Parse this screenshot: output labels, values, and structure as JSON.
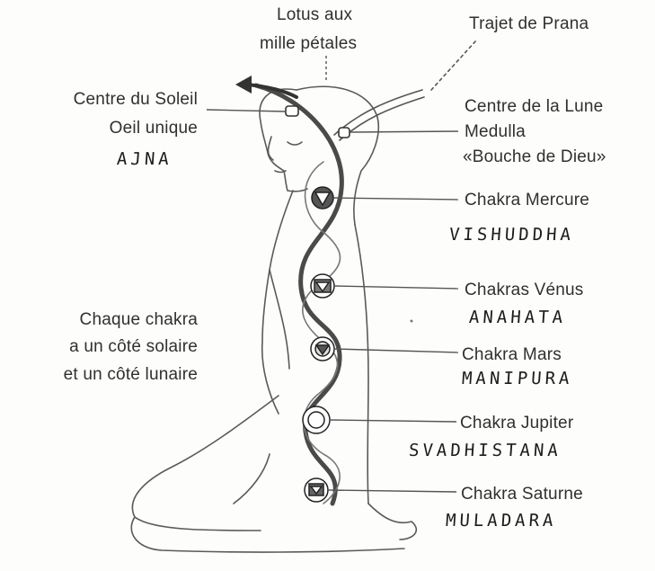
{
  "labels": {
    "lotus": [
      "Lotus aux",
      "mille pétales"
    ],
    "trajet_prana": "Trajet de Prana",
    "centre_soleil": "Centre du Soleil",
    "oeil_unique": "Oeil unique",
    "centre_lune": "Centre de la Lune",
    "medulla": "Medulla",
    "bouche_de_dieu": "«Bouche de Dieu»",
    "chakra_mercure": "Chakra Mercure",
    "chakras_venus": "Chakras Vénus",
    "chakra_mars": "Chakra Mars",
    "chakra_jupiter": "Chakra Jupiter",
    "chakra_saturne": "Chakra Saturne",
    "chaque_chakra": [
      "Chaque chakra",
      "a un côté solaire",
      "et un côté lunaire"
    ]
  },
  "handwritten": {
    "ajna": "AJNA",
    "vishuddha": "VISHUDDHA",
    "anahata": "ANAHATA",
    "manipura": "MANIPURA",
    "svadhistana": "SVADHISTANA",
    "muladara": "MULADARA"
  },
  "colors": {
    "ink": "#303030",
    "background": "#fdfdfb"
  }
}
